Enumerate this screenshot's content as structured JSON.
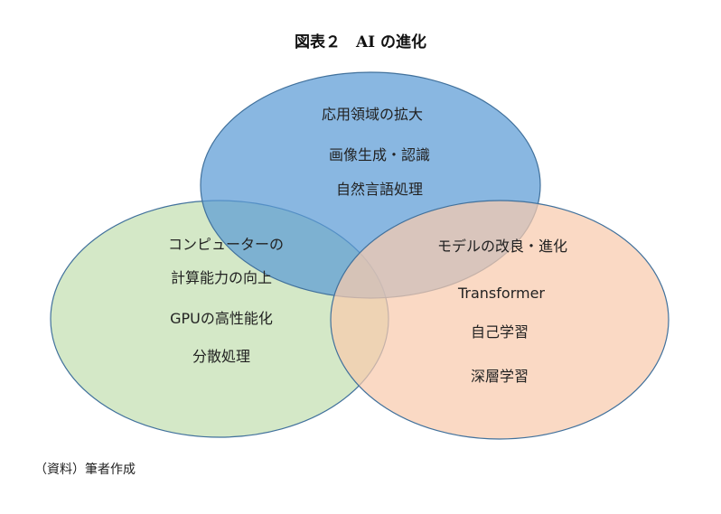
{
  "title": "図表２　AI の進化",
  "source": "（資料）筆者作成",
  "colors": {
    "blue": "#5b9bd5",
    "green": "#c5e0b4",
    "orange": "#f8cbad",
    "border": "#41719c"
  },
  "circles": {
    "applications": {
      "heading": "応用領域の拡大",
      "items": [
        "画像生成・認識",
        "自然言語処理"
      ]
    },
    "computing": {
      "heading_line1": "コンピューターの",
      "heading_line2": "計算能力の向上",
      "items": [
        "GPUの高性能化",
        "分散処理"
      ]
    },
    "models": {
      "heading": "モデルの改良・進化",
      "items": [
        "Transformer",
        "自己学習",
        "深層学習"
      ]
    }
  }
}
